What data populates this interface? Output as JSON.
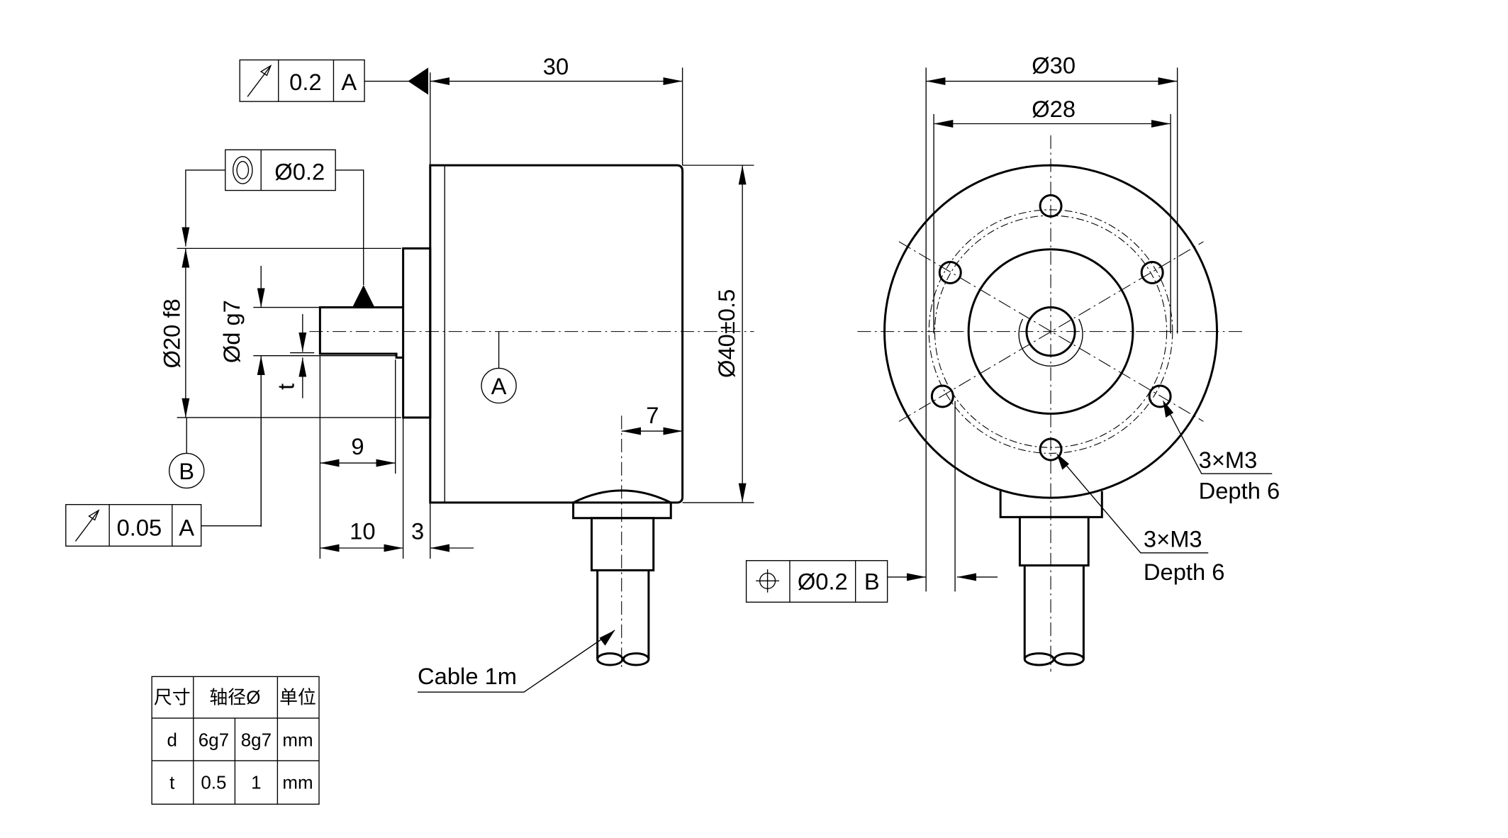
{
  "side_view": {
    "runout_top": {
      "tolerance": "0.2",
      "datum": "A"
    },
    "concentricity": {
      "tolerance": "Ø0.2"
    },
    "runout_bottom": {
      "tolerance": "0.05",
      "datum": "A"
    },
    "dim_length": "30",
    "dim_body_dia": "Ø40±0.5",
    "dim_flange_dia": "Ø20 f8",
    "dim_shaft_dia": "Ød g7",
    "dim_t": "t",
    "dim_9": "9",
    "dim_10": "10",
    "dim_3": "3",
    "dim_7": "7",
    "datum_a": "A",
    "datum_b": "B",
    "cable_label": "Cable 1m"
  },
  "front_view": {
    "dim_outer": "Ø30",
    "dim_inner": "Ø28",
    "hole_note_1": {
      "line1": "3×M3",
      "line2": "Depth 6"
    },
    "hole_note_2": {
      "line1": "3×M3",
      "line2": "Depth 6"
    },
    "position_tol": {
      "tolerance": "Ø0.2",
      "datum": "B"
    }
  },
  "table": {
    "headers": [
      "尺寸",
      "轴径Ø",
      "单位"
    ],
    "rows": [
      [
        "d",
        "6g7",
        "8g7",
        "mm"
      ],
      [
        "t",
        "0.5",
        "1",
        "mm"
      ]
    ]
  }
}
